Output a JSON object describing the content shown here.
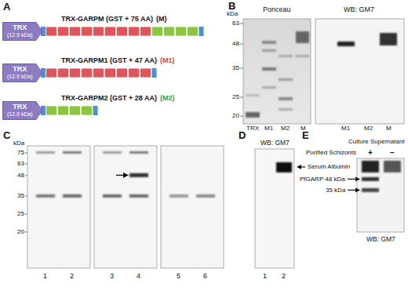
{
  "diagram": {
    "nodes": [
      {
        "text": [
          "TRX",
          "(12.9 kDa)"
        ]
      },
      {
        "text": [
          "TRX",
          "(12.9 kDa)"
        ]
      },
      {
        "text": [
          "TRX",
          "(12.9 kDa)"
        ]
      }
    ],
    "labels": [
      "A",
      "TRX-GARPM (GST + 75 AA)",
      "(M)",
      "TRX-GARPM1 (GST + 47 AA)",
      "(M1)",
      "TRX-GARPM2 (GST + 28 AA)",
      "(M2)",
      "B",
      "kDa",
      "63",
      "48",
      "35",
      "25",
      "20",
      "Ponceau",
      "WB: GM7",
      "TRX",
      "M1",
      "M2",
      "M",
      "M1",
      "M2",
      "M",
      "C",
      "kDa",
      "75",
      "63",
      "48",
      "35",
      "25",
      "20",
      "1",
      "2",
      "3",
      "4",
      "5",
      "6",
      "D",
      "WB: GM7",
      "1",
      "2",
      "E",
      "Culture Supernatant",
      "Purified Schizonts",
      "+",
      "−",
      "Serum Albumin",
      "PfGARP 48 kDa",
      "35 kDa",
      "WB: GM7"
    ]
  }
}
